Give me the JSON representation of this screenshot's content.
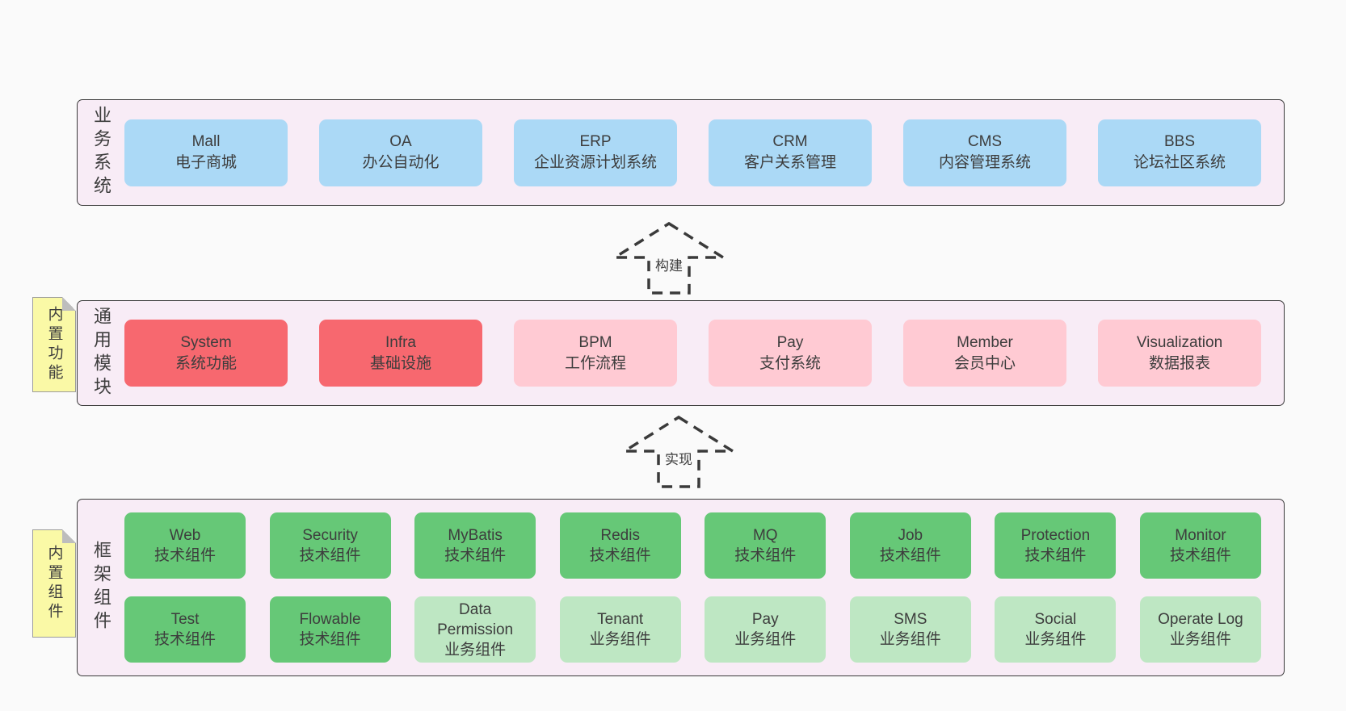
{
  "colors": {
    "page_bg": "#fafafa",
    "panel_bg": "#f8ecf6",
    "panel_border": "#3b3b3b",
    "node_blue": "#abd9f6",
    "node_red": "#f7686f",
    "node_pink": "#ffcad3",
    "node_green": "#66c877",
    "node_light_green": "#bee7c3",
    "sticky_yellow": "#faf9a6",
    "text": "#3d3d3d"
  },
  "sections": [
    {
      "label": "业务系统",
      "boxes": [
        {
          "en": "Mall",
          "zh": "电子商城"
        },
        {
          "en": "OA",
          "zh": "办公自动化"
        },
        {
          "en": "ERP",
          "zh": "企业资源计划系统"
        },
        {
          "en": "CRM",
          "zh": "客户关系管理"
        },
        {
          "en": "CMS",
          "zh": "内容管理系统"
        },
        {
          "en": "BBS",
          "zh": "论坛社区系统"
        }
      ]
    },
    {
      "label": "通用模块",
      "sticky": "内置功能",
      "boxes": [
        {
          "en": "System",
          "zh": "系统功能",
          "type": "red"
        },
        {
          "en": "Infra",
          "zh": "基础设施",
          "type": "red"
        },
        {
          "en": "BPM",
          "zh": "工作流程",
          "type": "pink"
        },
        {
          "en": "Pay",
          "zh": "支付系统",
          "type": "pink"
        },
        {
          "en": "Member",
          "zh": "会员中心",
          "type": "pink"
        },
        {
          "en": "Visualization",
          "zh": "数据报表",
          "type": "pink"
        }
      ]
    },
    {
      "label": "框架组件",
      "sticky": "内置组件",
      "rows": [
        [
          {
            "en": "Web",
            "zh": "技术组件"
          },
          {
            "en": "Security",
            "zh": "技术组件"
          },
          {
            "en": "MyBatis",
            "zh": "技术组件"
          },
          {
            "en": "Redis",
            "zh": "技术组件"
          },
          {
            "en": "MQ",
            "zh": "技术组件"
          },
          {
            "en": "Job",
            "zh": "技术组件"
          },
          {
            "en": "Protection",
            "zh": "技术组件"
          },
          {
            "en": "Monitor",
            "zh": "技术组件"
          }
        ],
        [
          {
            "en": "Test",
            "zh": "技术组件",
            "type": "green"
          },
          {
            "en": "Flowable",
            "zh": "技术组件",
            "type": "green"
          },
          {
            "en": "Data Permission",
            "zh": "业务组件",
            "type": "light"
          },
          {
            "en": "Tenant",
            "zh": "业务组件",
            "type": "light"
          },
          {
            "en": "Pay",
            "zh": "业务组件",
            "type": "light"
          },
          {
            "en": "SMS",
            "zh": "业务组件",
            "type": "light"
          },
          {
            "en": "Social",
            "zh": "业务组件",
            "type": "light"
          },
          {
            "en": "Operate Log",
            "zh": "业务组件",
            "type": "light"
          }
        ]
      ]
    }
  ],
  "arrows": [
    {
      "label": "构建"
    },
    {
      "label": "实现"
    }
  ]
}
